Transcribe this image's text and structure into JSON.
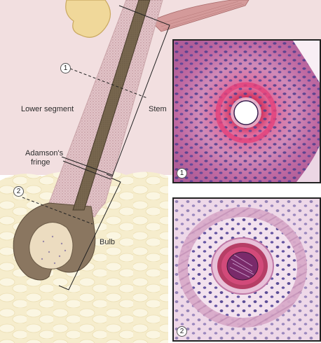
{
  "labels": {
    "lower_segment": "Lower segment",
    "stem": "Stem",
    "adamsons_line1": "Adamson's",
    "adamsons_line2": "fringe",
    "bulb": "Bulb"
  },
  "callouts": {
    "diagram_1": "1",
    "diagram_2": "2",
    "panel_1": "1",
    "panel_2": "2"
  },
  "colors": {
    "dermis": "#f0dede",
    "fat": "#f5ecc8",
    "sheath": "#e8c8cc",
    "hair_shaft": "#6b5a45",
    "histology_pink": "#c96a9c",
    "nuclei": "#4a3a8a"
  }
}
